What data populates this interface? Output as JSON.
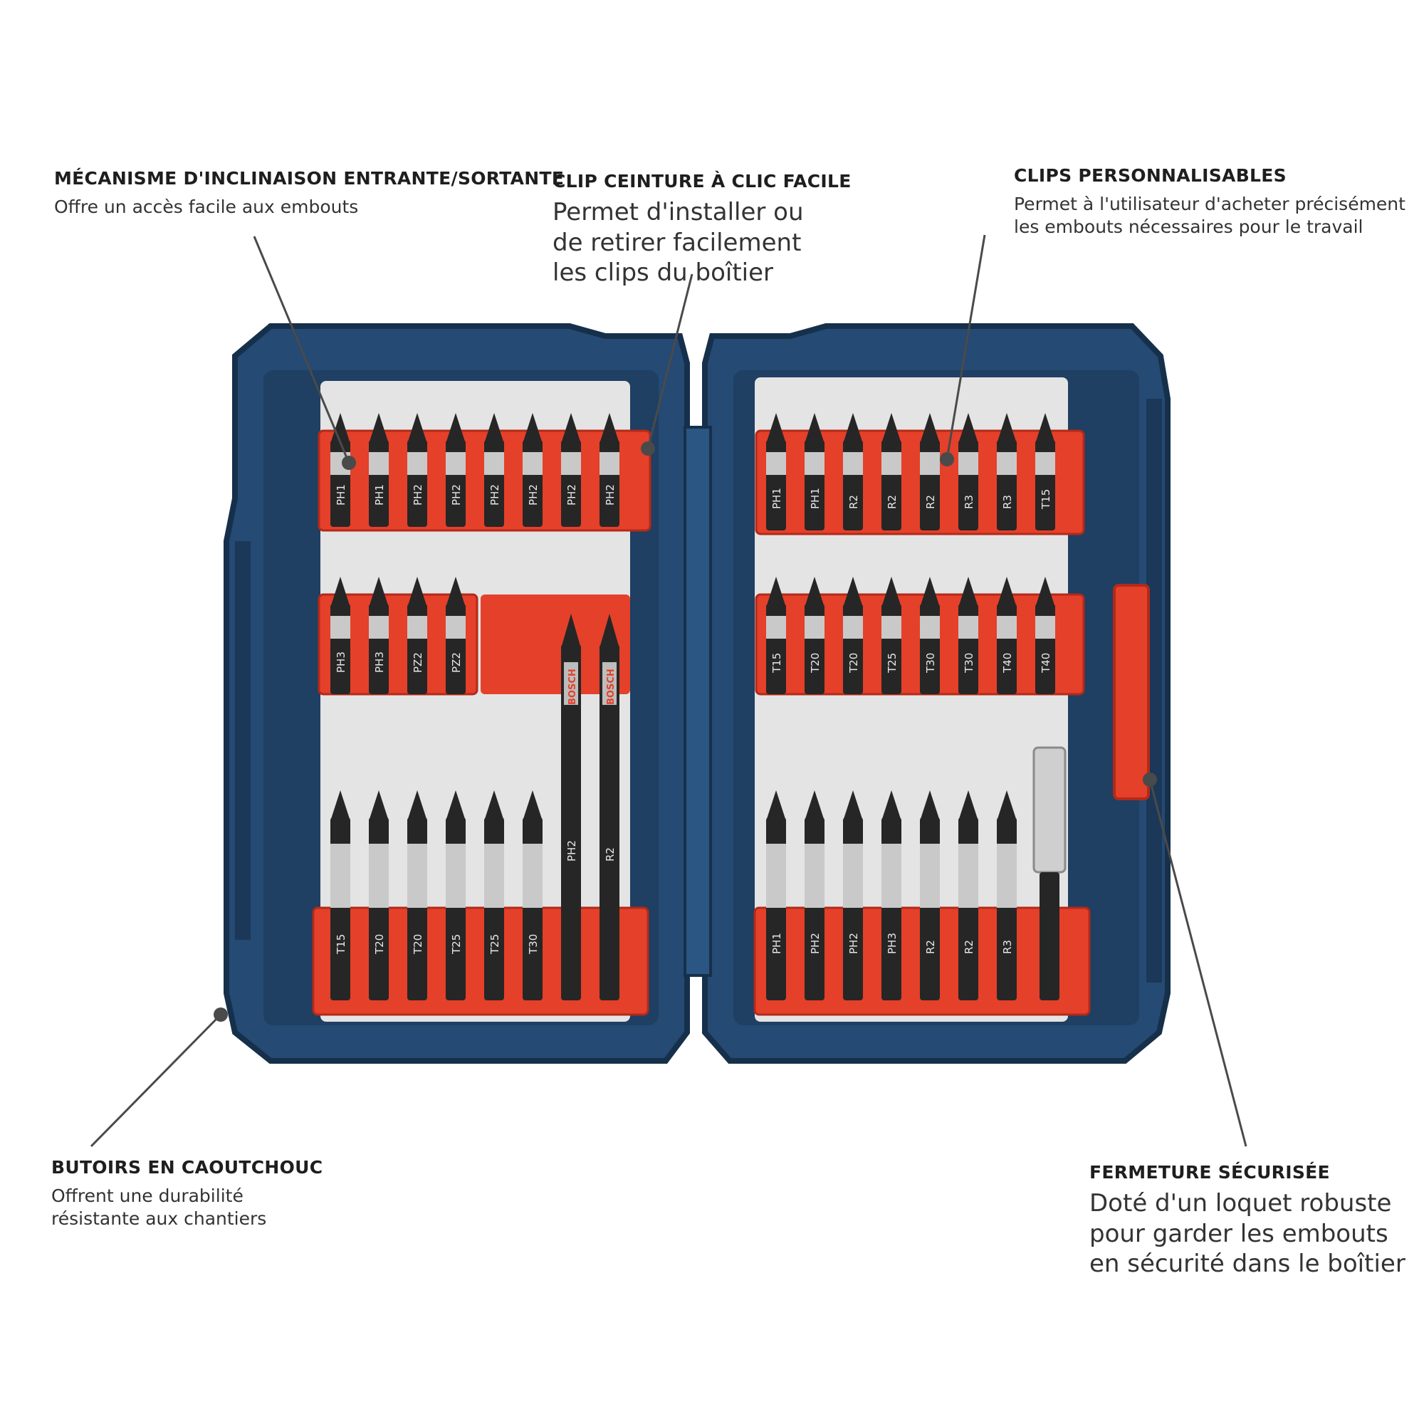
{
  "callouts": {
    "tilt": {
      "title": "MÉCANISME D'INCLINAISON ENTRANTE/SORTANTE",
      "desc": [
        "Offre un accès facile aux embouts"
      ]
    },
    "belt_clip": {
      "title": "CLIP CEINTURE À CLIC FACILE",
      "desc": [
        "Permet d'installer ou",
        "de retirer facilement",
        "les clips du boîtier"
      ]
    },
    "custom_clips": {
      "title": "CLIPS PERSONNALISABLES",
      "desc": [
        "Permet à l'utilisateur d'acheter précisément",
        "les embouts nécessaires pour le travail"
      ]
    },
    "bumpers": {
      "title": "BUTOIRS EN CAOUTCHOUC",
      "desc": [
        "Offrent une durabilité",
        "résistante aux chantiers"
      ]
    },
    "latch": {
      "title": "FERMETURE SÉCURISÉE",
      "desc": [
        "Doté d'un loquet robuste",
        "pour garder les embouts",
        "en sécurité dans le boîtier"
      ]
    }
  },
  "bit_labels": {
    "left_top": [
      "PH1",
      "PH1",
      "PH2",
      "PH2",
      "PH2",
      "PH2",
      "PH2",
      "PH2"
    ],
    "left_mid": [
      "PH3",
      "PH3",
      "PZ2",
      "PZ2"
    ],
    "left_power": [
      "PH2",
      "R2"
    ],
    "left_bottom": [
      "T15",
      "T20",
      "T20",
      "T25",
      "T25",
      "T30"
    ],
    "right_top": [
      "PH1",
      "PH1",
      "R2",
      "R2",
      "R2",
      "R3",
      "R3",
      "T15"
    ],
    "right_mid": [
      "T15",
      "T20",
      "T20",
      "T25",
      "T30",
      "T30",
      "T40",
      "T40"
    ],
    "right_bottom": [
      "PH1",
      "PH2",
      "PH2",
      "PH3",
      "R2",
      "R2",
      "R3"
    ]
  },
  "brand": "BOSCH",
  "colors": {
    "case_blue": "#254a73",
    "case_blue_dark": "#19344f",
    "clip_red": "#e5402a",
    "tray_grey": "#e4e4e4",
    "bit_black": "#262626"
  }
}
